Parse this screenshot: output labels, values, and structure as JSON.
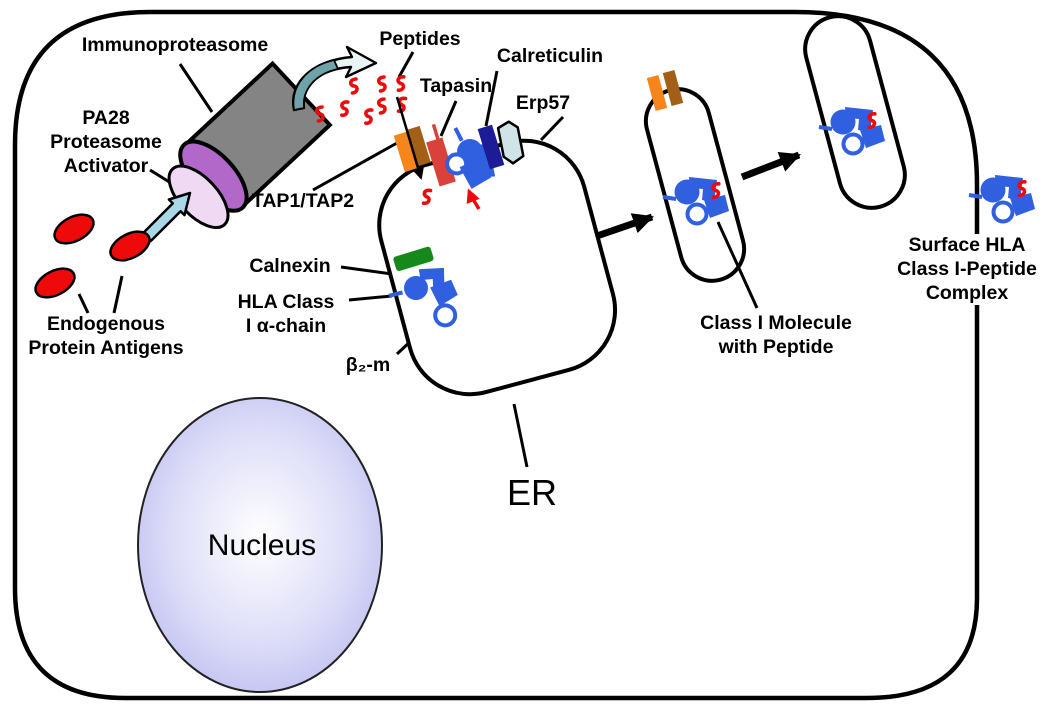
{
  "labels": {
    "immunoproteasome": "Immunoproteasome",
    "pa28": "PA28\nProteasome\nActivator",
    "endogenous": "Endogenous\nProtein Antigens",
    "peptides": "Peptides",
    "tapasin": "Tapasin",
    "calreticulin": "Calreticulin",
    "erp57": "Erp57",
    "tap": "TAP1/TAP2",
    "calnexin": "Calnexin",
    "hla_chain": "HLA Class\nI α-chain",
    "b2m": "β₂-m",
    "er": "ER",
    "nucleus": "Nucleus",
    "class1": "Class I Molecule\nwith Peptide",
    "surface": "Surface HLA\nClass I-Peptide\nComplex"
  },
  "colors": {
    "membrane": "#000000",
    "hla_blue": "#3060e0",
    "peptide_red": "#ee0a0a",
    "antigen_red": "#ee0a0a",
    "tap_orange": "#f6851b",
    "tap_brown": "#a35f15",
    "tapasin_red": "#d8423a",
    "calreticulin_navy": "#1c1c96",
    "erp57_pale": "#cfe4e6",
    "calnexin_green": "#15891c",
    "proteasome_gray": "#848484",
    "pa28_purple": "#b168c8",
    "pa28_pink": "#efd9f3",
    "activator_arrow_blue": "#a9d9e9",
    "swoosh_teal": "#6fa3ab",
    "swoosh_pale": "#e9f4f5",
    "nucleus_fill": "#b2b2ee"
  }
}
